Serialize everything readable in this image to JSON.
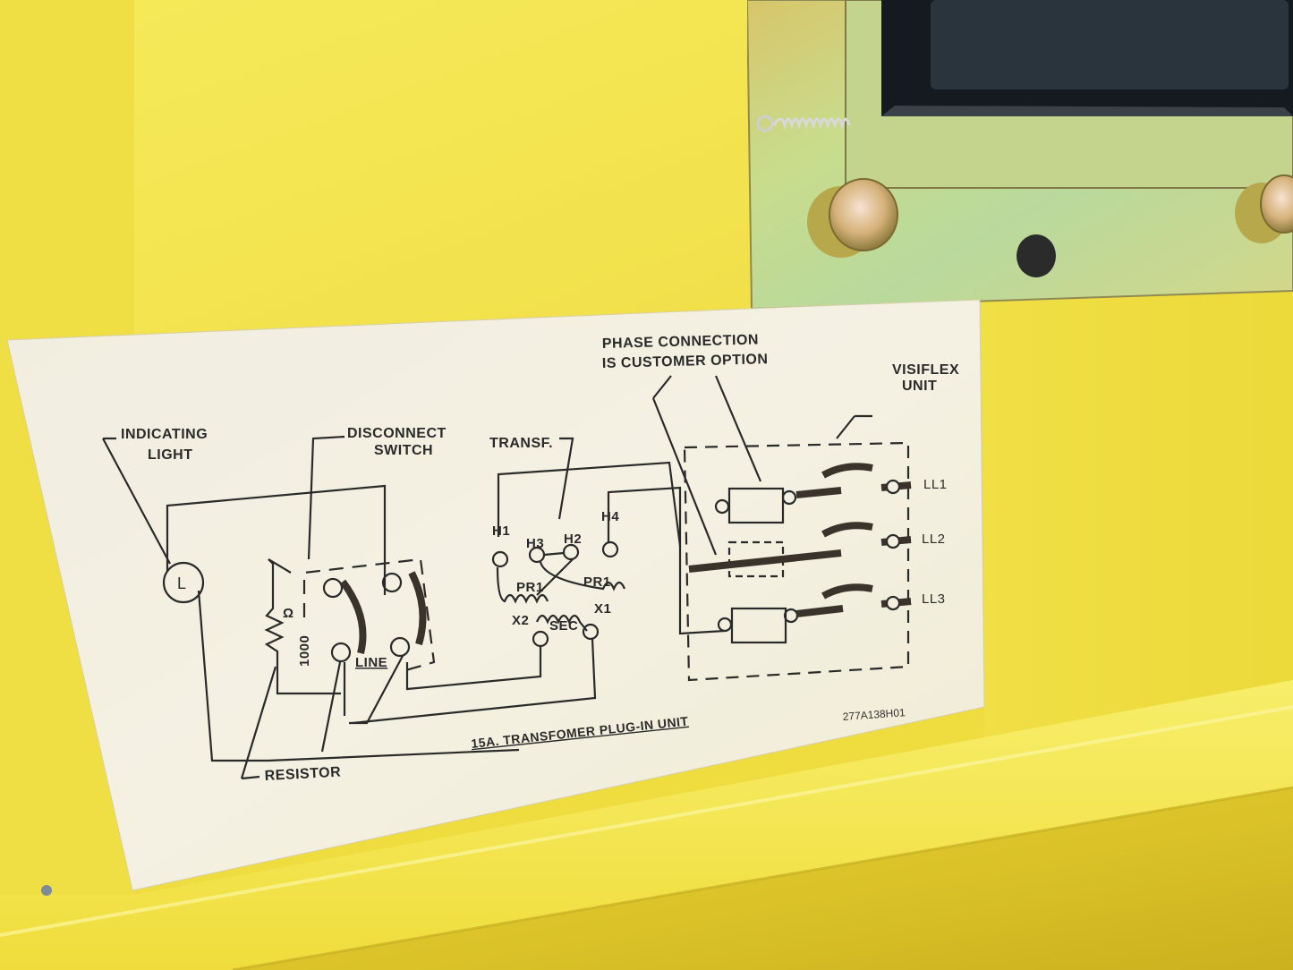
{
  "scene": {
    "description": "Wiring diagram label affixed to yellow electrical enclosure with transformer bracket above",
    "colors": {
      "enclosure_yellow": "#f1e04a",
      "label_paper": "#f3efdf",
      "ink": "#2a2a2a",
      "bracket_metal": "#c9d98a",
      "transformer_black": "#1c2228"
    }
  },
  "label": {
    "callouts": {
      "indicating_light": [
        "INDICATING",
        "LIGHT"
      ],
      "disconnect_switch": [
        "DISCONNECT",
        "SWITCH"
      ],
      "transformer": "TRANSF.",
      "phase_connection": [
        "PHASE CONNECTION",
        "IS CUSTOMER OPTION"
      ],
      "visiflex_unit": [
        "VISIFLEX",
        "UNIT"
      ],
      "resistor": "RESISTOR"
    },
    "symbols": {
      "light": "L",
      "resistor_value": "1000",
      "resistor_unit": "Ω",
      "line": "LINE"
    },
    "transformer_terminals": {
      "h1": "H1",
      "h2": "H2",
      "h3": "H3",
      "h4": "H4",
      "primary_left": "PR1",
      "primary_right": "PR1",
      "x1": "X1",
      "x2": "X2",
      "secondary": "SEC"
    },
    "load_lines": [
      "LL1",
      "LL2",
      "LL3"
    ],
    "title": "15A. TRANSFOMER PLUG-IN UNIT",
    "part_number": "277A138H01"
  }
}
